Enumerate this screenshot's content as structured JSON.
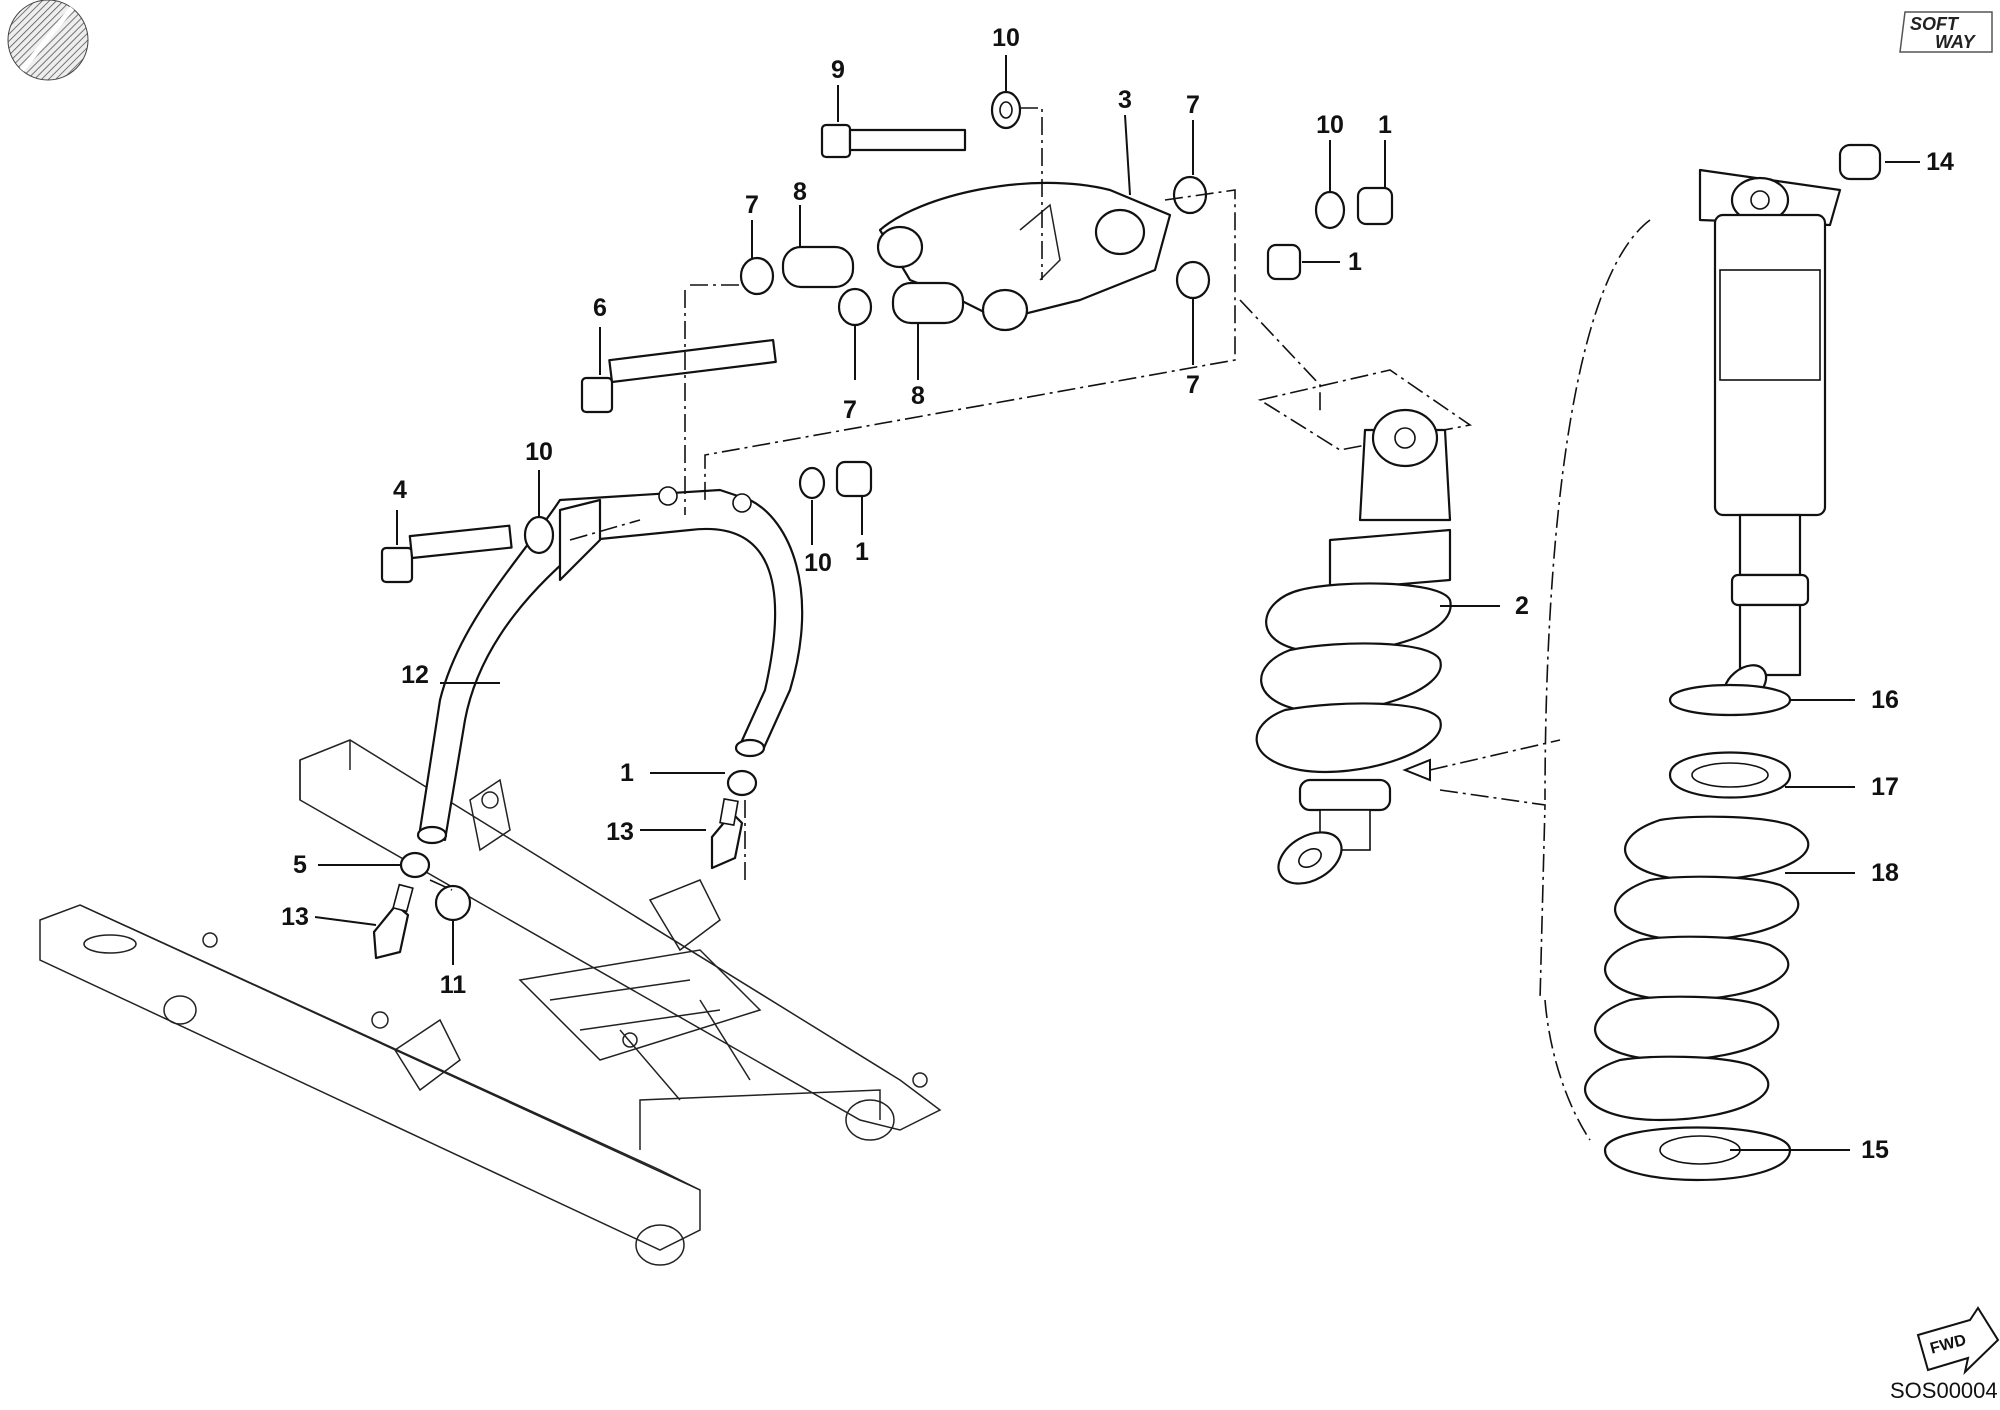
{
  "diagram": {
    "drawing_code": "SOS00004",
    "brand_mark": {
      "line1": "SOFT",
      "line2": "WAY"
    },
    "direction_badge": "FWD",
    "callouts": [
      {
        "id": "c9",
        "text": "9"
      },
      {
        "id": "c10a",
        "text": "10"
      },
      {
        "id": "c3",
        "text": "3"
      },
      {
        "id": "c7a",
        "text": "7"
      },
      {
        "id": "c10b",
        "text": "10"
      },
      {
        "id": "c1a",
        "text": "1"
      },
      {
        "id": "c14",
        "text": "14"
      },
      {
        "id": "c7b",
        "text": "7"
      },
      {
        "id": "c8a",
        "text": "8"
      },
      {
        "id": "c1b",
        "text": "1"
      },
      {
        "id": "c6",
        "text": "6"
      },
      {
        "id": "c7c",
        "text": "7"
      },
      {
        "id": "c8b",
        "text": "8"
      },
      {
        "id": "c7d",
        "text": "7"
      },
      {
        "id": "c10c",
        "text": "10"
      },
      {
        "id": "c4",
        "text": "4"
      },
      {
        "id": "c10d",
        "text": "10"
      },
      {
        "id": "c1c",
        "text": "1"
      },
      {
        "id": "c2",
        "text": "2"
      },
      {
        "id": "c12",
        "text": "12"
      },
      {
        "id": "c16",
        "text": "16"
      },
      {
        "id": "c1d",
        "text": "1"
      },
      {
        "id": "c17",
        "text": "17"
      },
      {
        "id": "c13a",
        "text": "13"
      },
      {
        "id": "c5",
        "text": "5"
      },
      {
        "id": "c18",
        "text": "18"
      },
      {
        "id": "c13b",
        "text": "13"
      },
      {
        "id": "c11",
        "text": "11"
      },
      {
        "id": "c15",
        "text": "15"
      }
    ]
  }
}
